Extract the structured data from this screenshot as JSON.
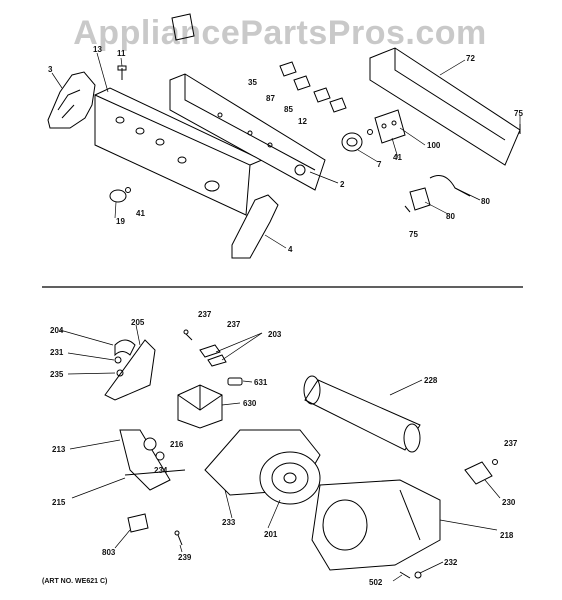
{
  "watermark": "AppliancePartsPros.com",
  "art_number": "(ART NO. WE621 C)",
  "part_labels": [
    "3",
    "13",
    "11",
    "35",
    "87",
    "85",
    "12",
    "72",
    "75",
    "100",
    "41",
    "7",
    "2",
    "80",
    "19",
    "41",
    "75",
    "80",
    "4",
    "204",
    "205",
    "237",
    "237",
    "203",
    "231",
    "235",
    "631",
    "228",
    "630",
    "213",
    "216",
    "234",
    "237",
    "215",
    "233",
    "201",
    "230",
    "218",
    "803",
    "239",
    "232",
    "502"
  ]
}
